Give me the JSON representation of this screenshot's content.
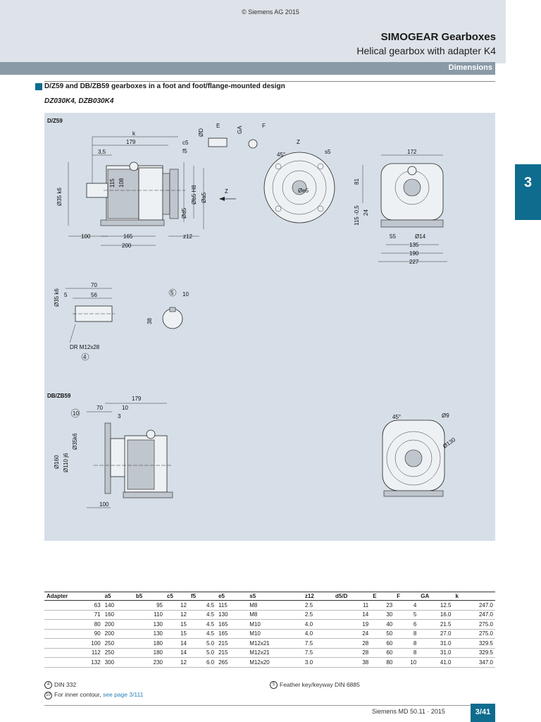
{
  "header": {
    "copyright": "© Siemens AG 2015",
    "title": "SIMOGEAR Gearboxes",
    "subtitle": "Helical gearbox with adapter K4",
    "band_label": "Dimensions",
    "chapter": "3"
  },
  "section": {
    "title": "D/Z59 and DB/ZB59 gearboxes in a foot and foot/flange-mounted design",
    "subtitle": "DZ030K4, DZB030K4"
  },
  "drawing": {
    "dz59": {
      "label": "D/Z59",
      "k": "k",
      "d179": "179",
      "d35": "3,5",
      "c5": "c5",
      "f5": "f5",
      "shaft": "Ø35 k6",
      "d115": "115",
      "d108": "108",
      "d100": "100",
      "d165": "165",
      "d200": "200",
      "z12": "z12",
      "d5": "Ød5",
      "b5": "Øb5 H8",
      "a5": "Øa5",
      "D": "ØD",
      "E": "E",
      "GA": "GA",
      "F": "F",
      "Z": "Z",
      "angle45": "45°",
      "s5": "s5",
      "e5": "Øe5",
      "w172": "172",
      "h81": "81",
      "h115": "115 -0,5",
      "h24": "24",
      "w55": "55",
      "d14": "Ø14",
      "w135": "135",
      "w190": "190",
      "w227": "227"
    },
    "detail": {
      "d70": "70",
      "d5": "5",
      "d56": "56",
      "shaft": "Ø35 k6",
      "note5": "5",
      "d10": "10",
      "d38": "38",
      "dr": "DR M12x28",
      "note4": "4"
    },
    "dbzb59": {
      "label": "DB/ZB59",
      "d179": "179",
      "d70": "70",
      "d10": "10",
      "d3": "3",
      "note10": "10",
      "d160": "Ø160",
      "d110": "Ø110 j6",
      "shaft": "Ø35k6",
      "d100": "100",
      "angle45": "45°",
      "d9": "Ø9",
      "d130": "Ø130"
    }
  },
  "table": {
    "headers": [
      "Adapter",
      "a5",
      "b5",
      "c5",
      "f5",
      "e5",
      "s5",
      "z12",
      "d5/D",
      "E",
      "F",
      "GA",
      "k"
    ],
    "rows": [
      [
        "63",
        "140",
        "95",
        "12",
        "4.5",
        "115",
        "M8",
        "2.5",
        "11",
        "23",
        "4",
        "12.5",
        "247.0"
      ],
      [
        "71",
        "160",
        "110",
        "12",
        "4.5",
        "130",
        "M8",
        "2.5",
        "14",
        "30",
        "5",
        "16.0",
        "247.0"
      ],
      [
        "80",
        "200",
        "130",
        "15",
        "4.5",
        "165",
        "M10",
        "4.0",
        "19",
        "40",
        "6",
        "21.5",
        "275.0"
      ],
      [
        "90",
        "200",
        "130",
        "15",
        "4.5",
        "165",
        "M10",
        "4.0",
        "24",
        "50",
        "8",
        "27.0",
        "275.0"
      ],
      [
        "100",
        "250",
        "180",
        "14",
        "5.0",
        "215",
        "M12x21",
        "7.5",
        "28",
        "60",
        "8",
        "31.0",
        "329.5"
      ],
      [
        "112",
        "250",
        "180",
        "14",
        "5.0",
        "215",
        "M12x21",
        "7.5",
        "28",
        "60",
        "8",
        "31.0",
        "329.5"
      ],
      [
        "132",
        "300",
        "230",
        "12",
        "6.0",
        "265",
        "M12x20",
        "3.0",
        "38",
        "80",
        "10",
        "41.0",
        "347.0"
      ]
    ]
  },
  "footnotes": {
    "n4_num": "4",
    "n4": "DIN 332",
    "n10_num": "10",
    "n10_text": "For inner contour,",
    "n10_link": "see page 3/111",
    "n5_num": "5",
    "n5": "Feather key/keyway DIN 6885"
  },
  "footer": {
    "catalog": "Siemens MD 50.11 · 2015",
    "page": "3/41"
  }
}
